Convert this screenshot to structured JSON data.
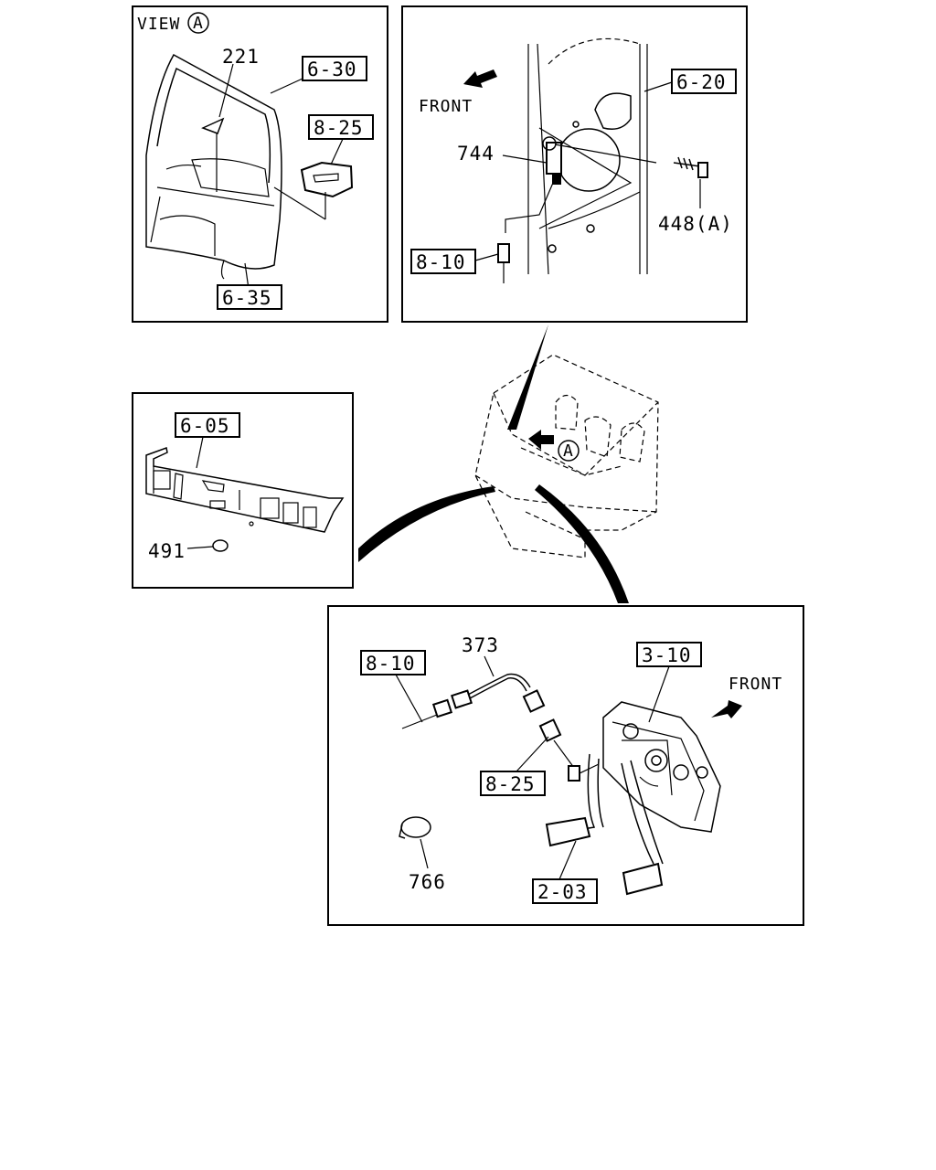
{
  "view": {
    "prefix": "VIEW",
    "marker": "A"
  },
  "panel_view_a": {
    "part_221": "221",
    "ref_6_30": "6-30",
    "ref_8_25": "8-25",
    "ref_6_35": "6-35"
  },
  "panel_door": {
    "front": "FRONT",
    "ref_6_20": "6-20",
    "part_744": "744",
    "part_448": "448(A)",
    "ref_8_10": "8-10"
  },
  "panel_lid": {
    "ref_6_05": "6-05",
    "part_491": "491"
  },
  "cab": {
    "marker": "A"
  },
  "panel_pedal": {
    "ref_8_10": "8-10",
    "part_373": "373",
    "ref_3_10": "3-10",
    "front": "FRONT",
    "ref_8_25": "8-25",
    "part_766": "766",
    "ref_2_03": "2-03"
  }
}
